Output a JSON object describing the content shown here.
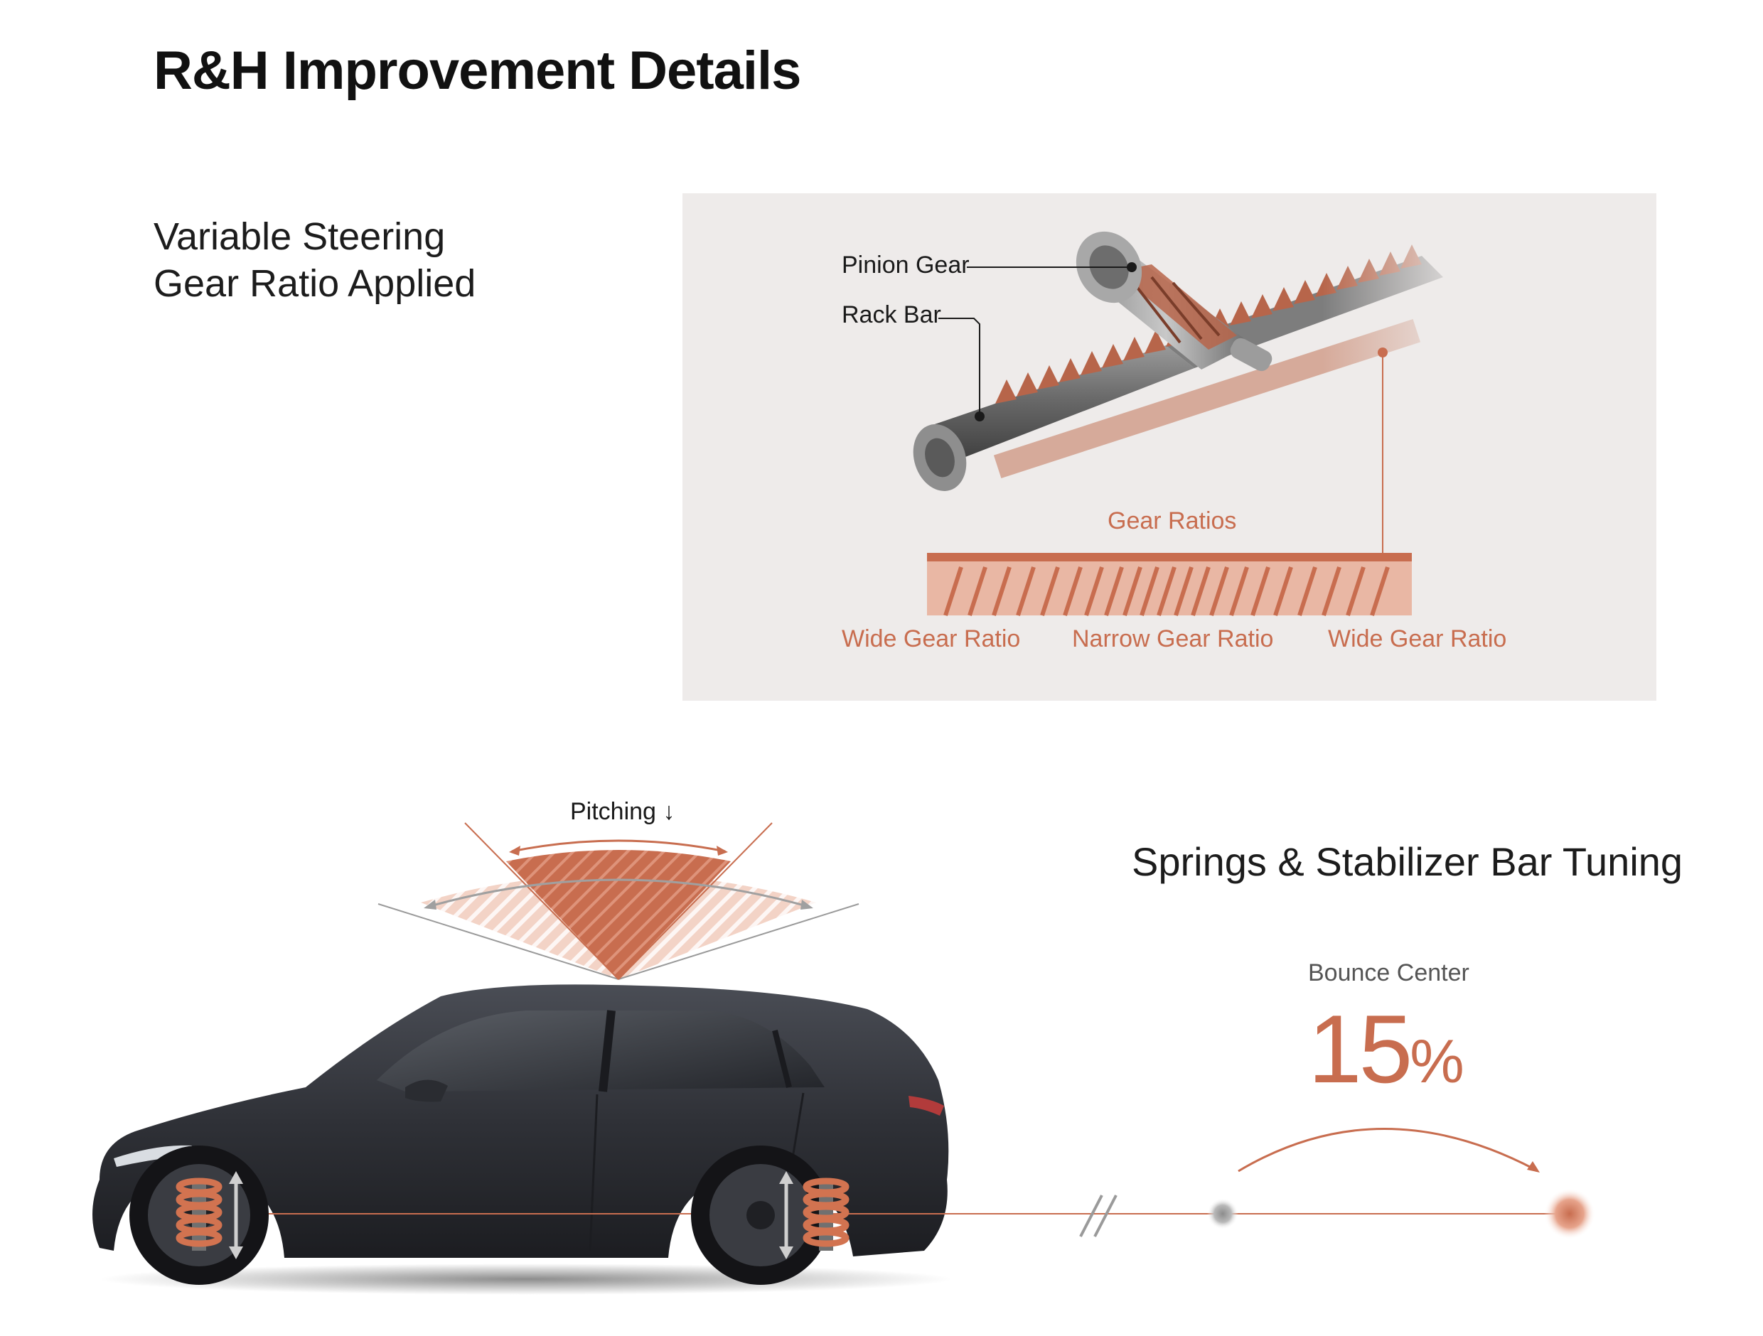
{
  "page": {
    "title": "R&H Improvement Details"
  },
  "steering": {
    "title_line1": "Variable Steering",
    "title_line2": "Gear Ratio Applied",
    "callouts": {
      "pinion_gear": "Pinion Gear",
      "rack_bar": "Rack Bar"
    },
    "gear_ratios_title": "Gear Ratios",
    "ratio_labels": [
      "Wide Gear Ratio",
      "Narrow Gear Ratio",
      "Wide Gear Ratio"
    ]
  },
  "suspension": {
    "title": "Springs & Stabilizer Bar Tuning",
    "pitching_label": "Pitching",
    "bounce_center_label": "Bounce Center",
    "bounce_center_value": "15",
    "bounce_center_unit": "%"
  },
  "colors": {
    "accent": "#c86d4f",
    "accent_light": "#f1c9b9",
    "panel_bg": "#eeebea",
    "car_body": "#2f3137"
  }
}
